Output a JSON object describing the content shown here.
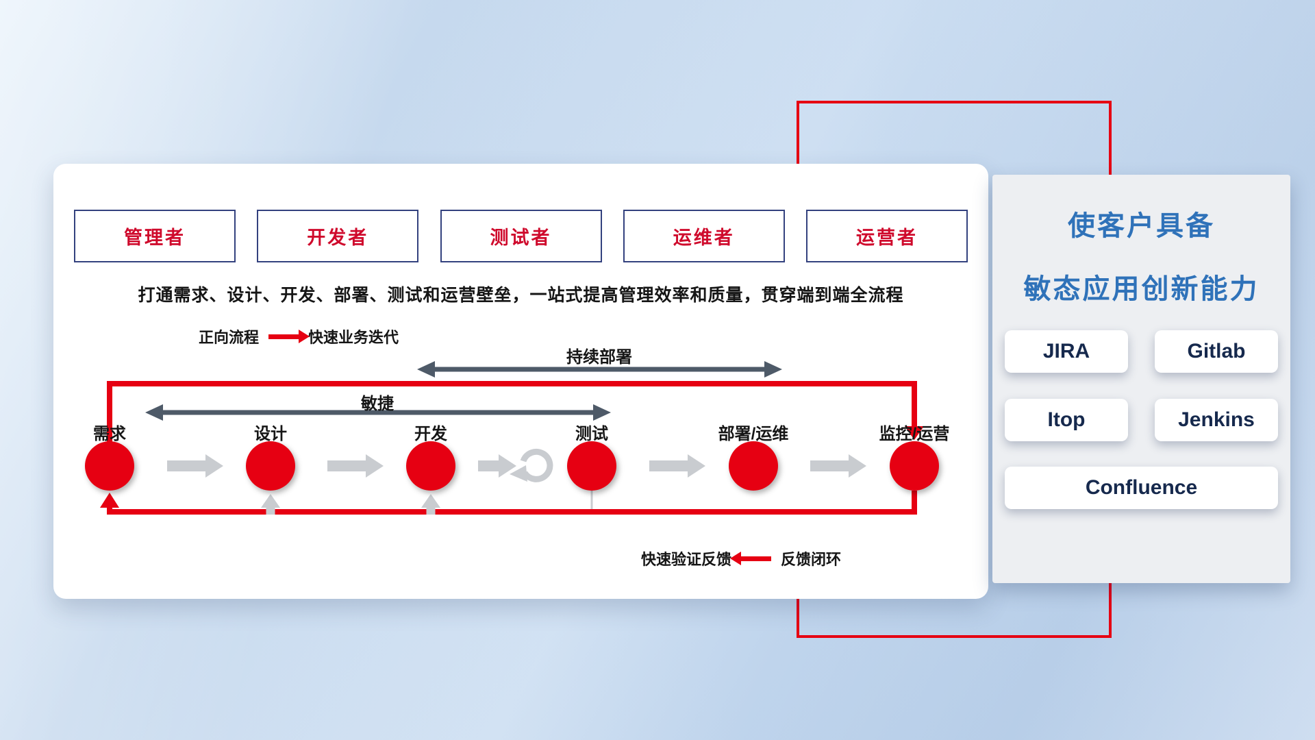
{
  "card": {
    "roles": [
      {
        "label": "管理者"
      },
      {
        "label": "开发者"
      },
      {
        "label": "测试者"
      },
      {
        "label": "运维者"
      },
      {
        "label": "运营者"
      }
    ],
    "description": "打通需求、设计、开发、部署、测试和运营壁垒，一站式提高管理效率和质量，贯穿端到端全流程",
    "forward_legend": {
      "label": "正向流程",
      "value": "快速业务迭代"
    },
    "feedback_legend": {
      "label": "快速验证反馈",
      "value": "反馈闭环"
    },
    "flow": {
      "cd_label": "持续部署",
      "agile_label": "敏捷",
      "stages": [
        {
          "label": "需求"
        },
        {
          "label": "设计"
        },
        {
          "label": "开发"
        },
        {
          "label": "测试"
        },
        {
          "label": "部署/运维"
        },
        {
          "label": "监控/运营"
        }
      ]
    }
  },
  "panel": {
    "title_line1": "使客户具备",
    "title_line2": "敏态应用创新能力",
    "tools": [
      {
        "name": "JIRA"
      },
      {
        "name": "Gitlab"
      },
      {
        "name": "Itop"
      },
      {
        "name": "Jenkins"
      },
      {
        "name": "Confluence"
      }
    ]
  },
  "colors": {
    "accent_red": "#e60012",
    "role_text_red": "#cf0a2c",
    "role_border_navy": "#33417e",
    "dark_arrow": "#4e5a68",
    "gray_arrow": "#c9ccd0",
    "panel_title_blue": "#2f72b9",
    "tool_text_navy": "#16294d"
  }
}
